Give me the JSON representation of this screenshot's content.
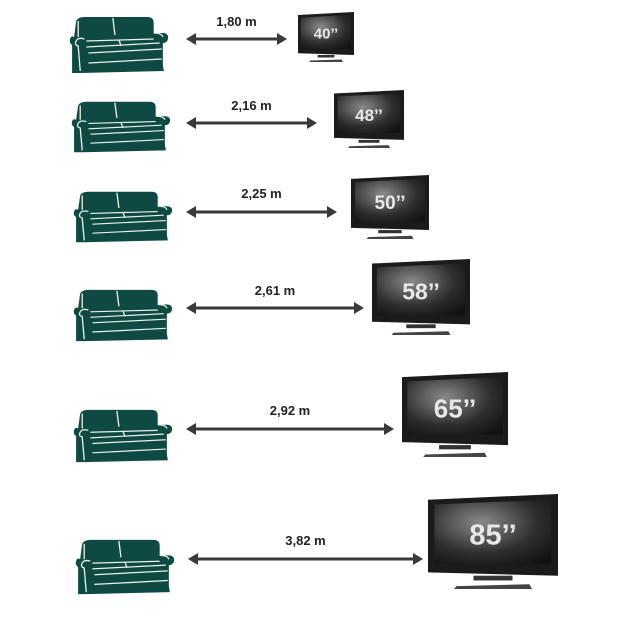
{
  "colors": {
    "sofa": "#0f4a42",
    "sofa_lines": "#e9f0ee",
    "arrow": "#3a3a3a",
    "tv_body": "#1b1b1b"
  },
  "rows": [
    {
      "distance": "1,80 m",
      "tv_size": "40’’"
    },
    {
      "distance": "2,16 m",
      "tv_size": "48’’"
    },
    {
      "distance": "2,25 m",
      "tv_size": "50’’"
    },
    {
      "distance": "2,61 m",
      "tv_size": "58’’"
    },
    {
      "distance": "2,92 m",
      "tv_size": "65’’"
    },
    {
      "distance": "3,82 m",
      "tv_size": "85’’"
    }
  ]
}
